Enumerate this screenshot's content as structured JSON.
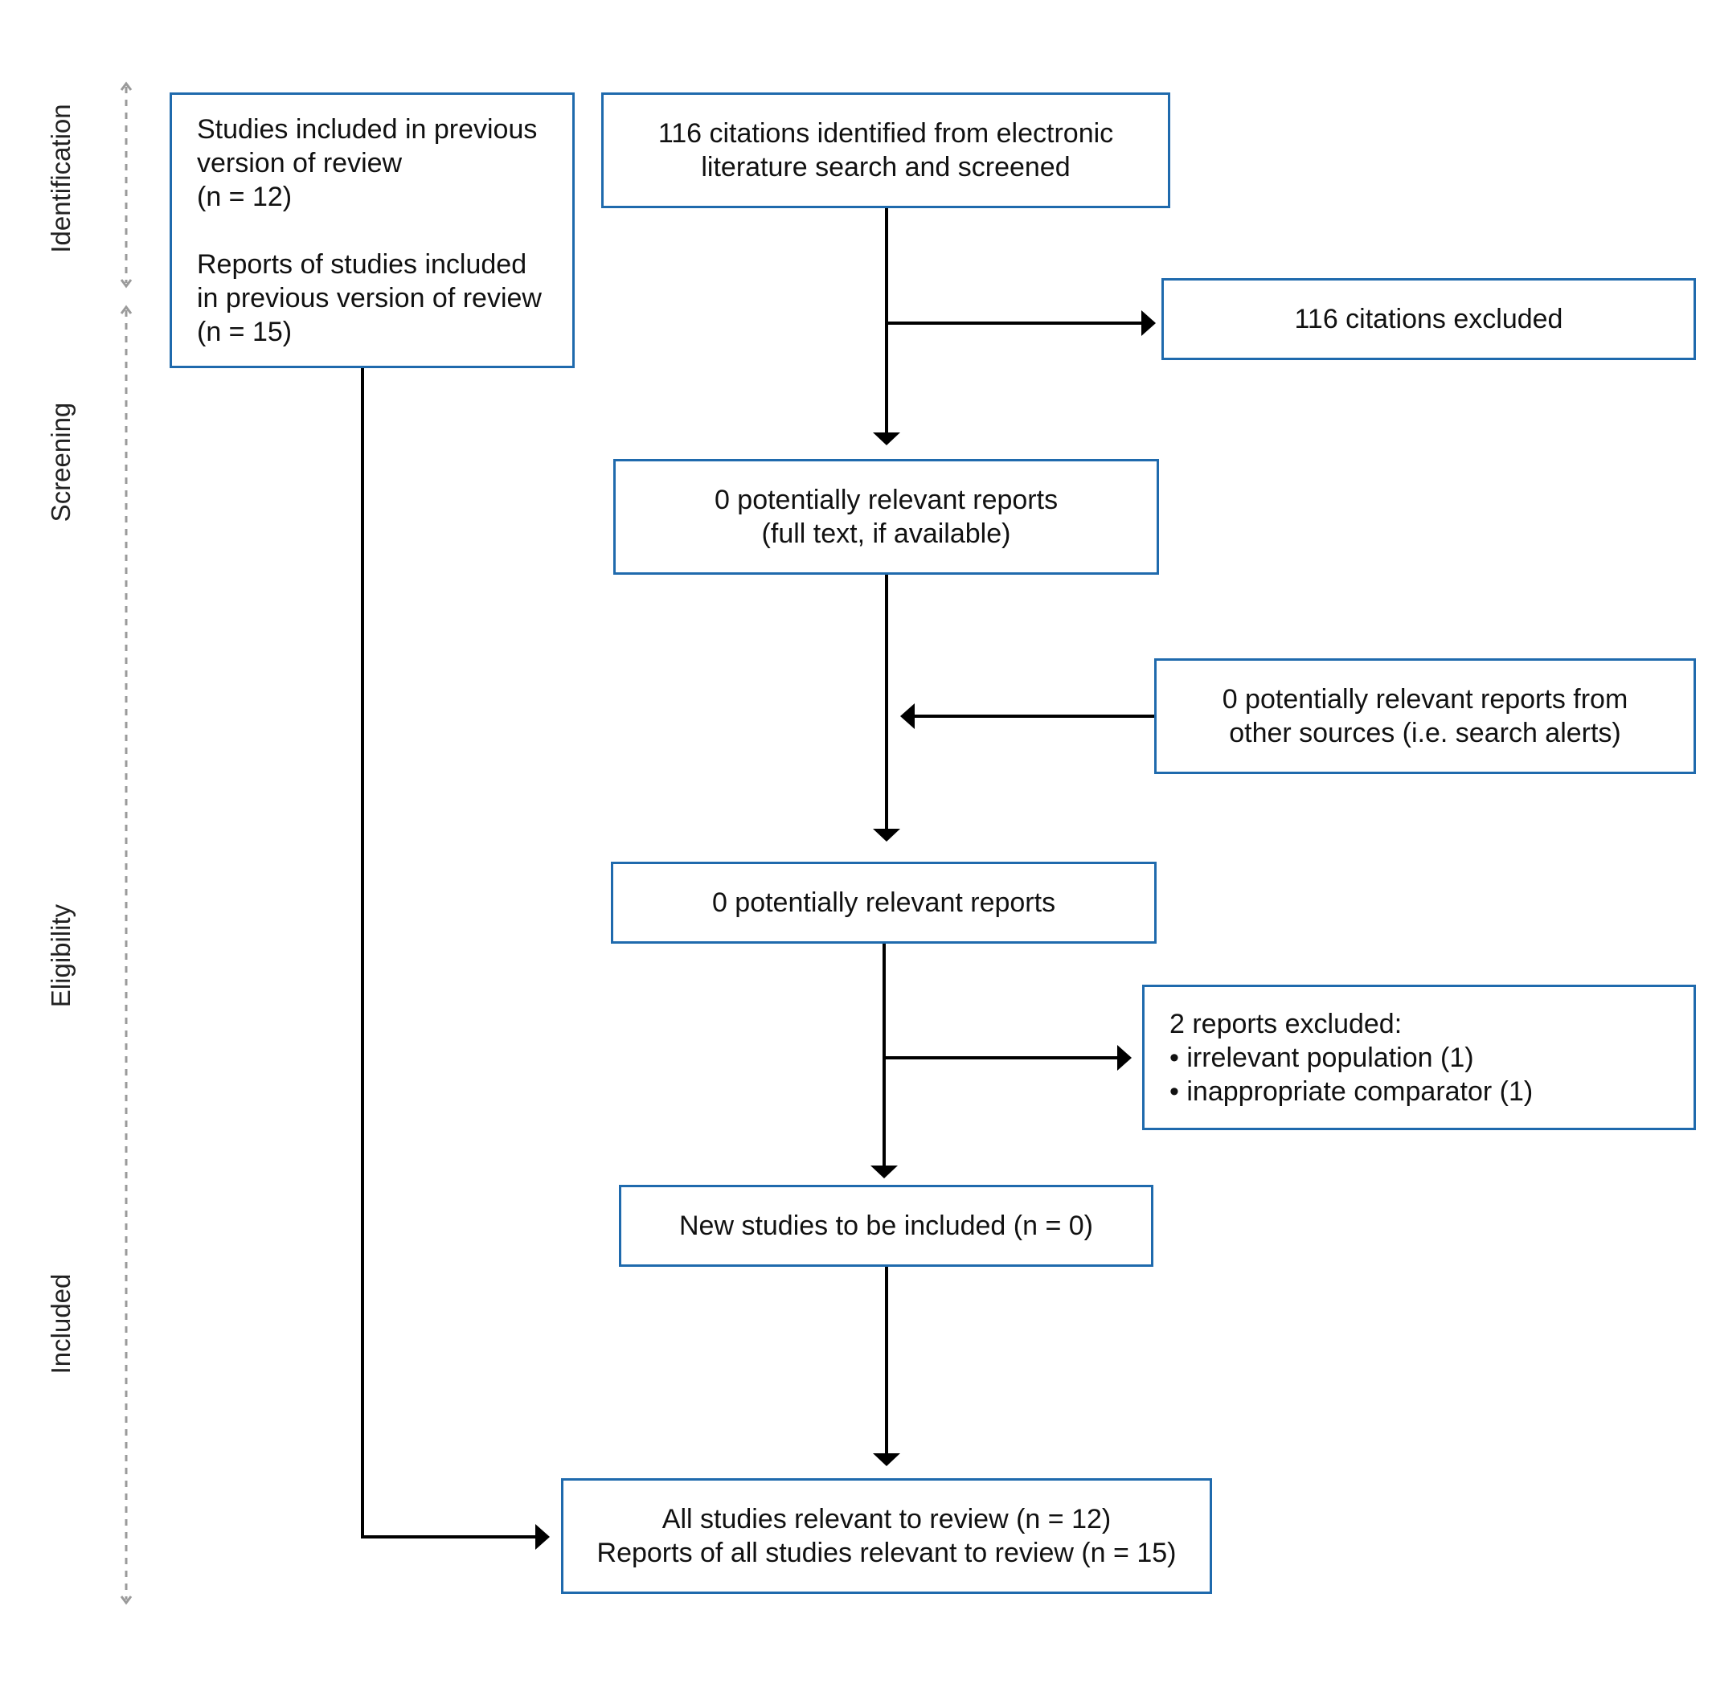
{
  "stages": {
    "identification": "Identification",
    "screening": "Screening",
    "eligibility": "Eligibility",
    "included": "Included"
  },
  "boxes": {
    "previous_review": {
      "studies_line1": "Studies included in previous",
      "studies_line2": "version of review",
      "studies_n": "(n = 12)",
      "reports_line1": "Reports of studies included",
      "reports_line2": "in previous version of review",
      "reports_n": "(n = 15)"
    },
    "citations_identified": {
      "line1": "116 citations identified from electronic",
      "line2": "literature search and screened"
    },
    "citations_excluded": {
      "line1": "116 citations excluded"
    },
    "potentially_relevant_fulltext": {
      "line1": "0 potentially relevant reports",
      "line2": "(full text, if available)"
    },
    "other_sources": {
      "line1": "0 potentially relevant reports from",
      "line2": "other sources (i.e. search alerts)"
    },
    "potentially_relevant": {
      "line1": "0 potentially relevant reports"
    },
    "reports_excluded": {
      "line1": "2 reports excluded:",
      "bullet1": "• irrelevant population (1)",
      "bullet2": "• inappropriate comparator (1)"
    },
    "new_studies": {
      "line1": "New studies to be included (n = 0)"
    },
    "all_studies": {
      "line1": "All studies relevant to review (n = 12)",
      "line2": "Reports of all studies relevant to review (n = 15)"
    }
  },
  "colors": {
    "box_border": "#1f6aad",
    "arrow": "#000000",
    "stage_divider": "#9a9a9a"
  }
}
